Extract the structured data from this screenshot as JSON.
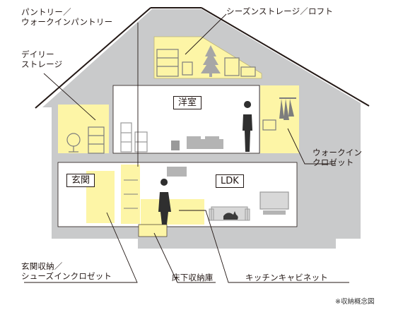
{
  "labels": {
    "pantry": [
      "パントリー／",
      "ウォークインパントリー"
    ],
    "season_storage": "シーズンストレージ／ロフト",
    "daily_storage": [
      "デイリー",
      "ストレージ"
    ],
    "walk_in_closet": [
      "ウォークイン",
      "クロゼット"
    ],
    "entrance_storage": [
      "玄関収納／",
      "シューズインクロゼット"
    ],
    "underfloor_storage": "床下収納庫",
    "kitchen_cabinet": "キッチンキャビネット"
  },
  "rooms": {
    "western_room": "洋室",
    "entrance": "玄関",
    "ldk": "LDK"
  },
  "note": "※収納概念図",
  "colors": {
    "storage_yellow": "#fdf5a6",
    "wall_gray": "#c9cacb",
    "outline": "#231815",
    "furniture_gray": "#8f8f8f"
  }
}
